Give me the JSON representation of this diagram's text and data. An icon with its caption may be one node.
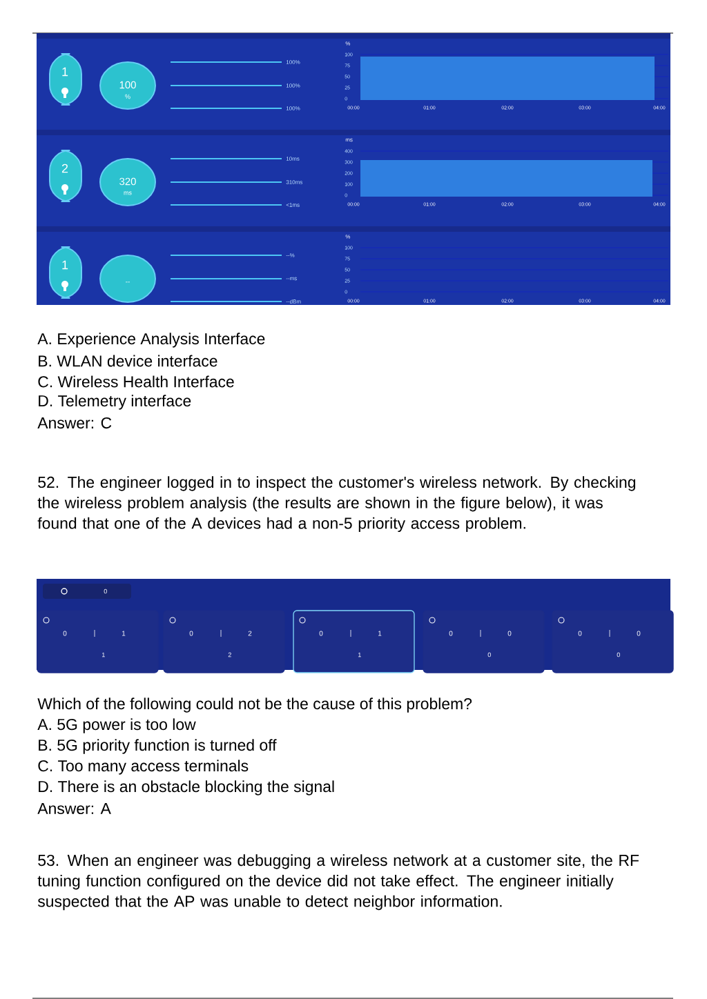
{
  "diagram": {
    "labels": [
      "1",
      "100",
      "%",
      "100%",
      "100%",
      "100%",
      "%",
      "100",
      "75",
      "50",
      "25",
      "0",
      "00:00",
      "01:00",
      "02:00",
      "03:00",
      "04:00",
      "2",
      "320",
      "ms",
      "10ms",
      "310ms",
      "<1ms",
      "ms",
      "400",
      "300",
      "200",
      "100",
      "0",
      "00:00",
      "01:00",
      "02:00",
      "03:00",
      "04:00",
      "1",
      "--",
      "--%",
      "--ms",
      "--dBm",
      "%",
      "100",
      "75",
      "50",
      "25",
      "0",
      "00:00",
      "01:00",
      "02:00",
      "03:00",
      "04:00",
      "A. Experience Analysis Interface",
      "B. WLAN device interface",
      "C. Wireless Health Interface",
      "D. Telemetry interface",
      "Answer: C",
      "52. The engineer logged in to inspect the customer's wireless network. By checking the wireless problem analysis (the results are shown in the figure below), it was found that one of the A devices had a non-5 priority access problem.",
      "0",
      "0",
      "1",
      "1",
      "0",
      "2",
      "2",
      "0",
      "1",
      "1",
      "0",
      "0",
      "0",
      "0",
      "0",
      "0",
      "Which of the following could not be the cause of this problem?",
      "A. 5G power is too low",
      "B. 5G priority function is turned off",
      "C. Too many access terminals",
      "D. There is an obstacle blocking the signal",
      "Answer: A",
      "53. When an engineer was debugging a wireless network at a customer site, the RF tuning function configured on the device did not take effect. The engineer initially suspected that the AP was unable to detect neighbor information."
    ]
  }
}
